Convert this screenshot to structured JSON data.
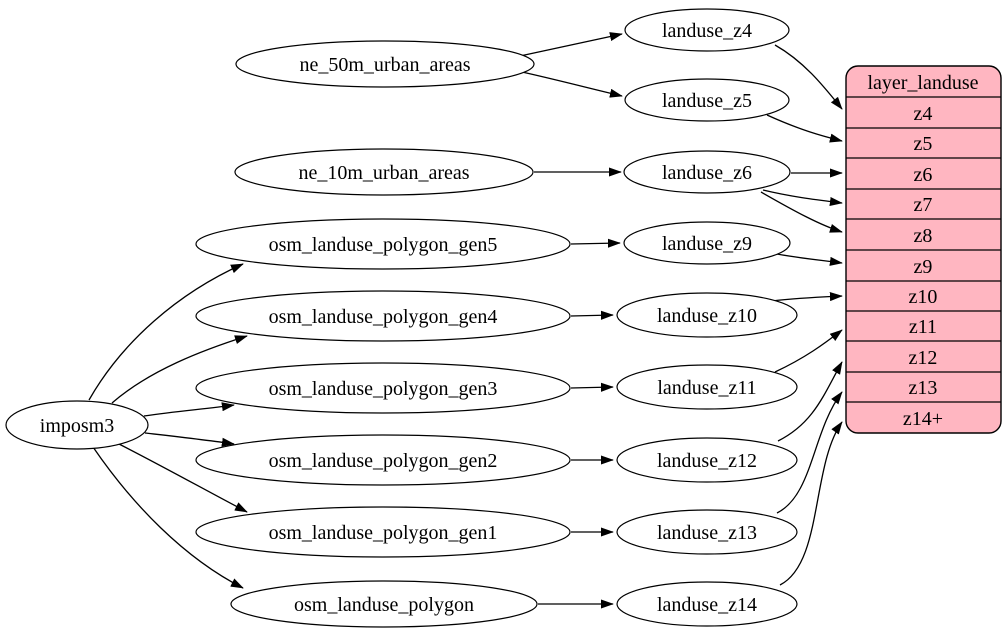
{
  "diagram": {
    "kind": "graphviz-flow-left-to-right",
    "colors": {
      "background": "#ffffff",
      "node_fill": "#ffffff",
      "node_stroke": "#000000",
      "edge_color": "#000000",
      "table_fill": "#ffb6c1",
      "table_stroke": "#000000",
      "text_color": "#000000"
    }
  },
  "graph": {
    "nodes": {
      "imposm3": {
        "label": "imposm3"
      },
      "ne_50m_urban_areas": {
        "label": "ne_50m_urban_areas"
      },
      "ne_10m_urban_areas": {
        "label": "ne_10m_urban_areas"
      },
      "osm_landuse_polygon_gen5": {
        "label": "osm_landuse_polygon_gen5"
      },
      "osm_landuse_polygon_gen4": {
        "label": "osm_landuse_polygon_gen4"
      },
      "osm_landuse_polygon_gen3": {
        "label": "osm_landuse_polygon_gen3"
      },
      "osm_landuse_polygon_gen2": {
        "label": "osm_landuse_polygon_gen2"
      },
      "osm_landuse_polygon_gen1": {
        "label": "osm_landuse_polygon_gen1"
      },
      "osm_landuse_polygon": {
        "label": "osm_landuse_polygon"
      },
      "landuse_z4": {
        "label": "landuse_z4"
      },
      "landuse_z5": {
        "label": "landuse_z5"
      },
      "landuse_z6": {
        "label": "landuse_z6"
      },
      "landuse_z9": {
        "label": "landuse_z9"
      },
      "landuse_z10": {
        "label": "landuse_z10"
      },
      "landuse_z11": {
        "label": "landuse_z11"
      },
      "landuse_z12": {
        "label": "landuse_z12"
      },
      "landuse_z13": {
        "label": "landuse_z13"
      },
      "landuse_z14": {
        "label": "landuse_z14"
      }
    },
    "edges": [
      {
        "from": "ne_50m_urban_areas",
        "to": "landuse_z4"
      },
      {
        "from": "ne_50m_urban_areas",
        "to": "landuse_z5"
      },
      {
        "from": "ne_10m_urban_areas",
        "to": "landuse_z6"
      },
      {
        "from": "imposm3",
        "to": "osm_landuse_polygon_gen5"
      },
      {
        "from": "imposm3",
        "to": "osm_landuse_polygon_gen4"
      },
      {
        "from": "imposm3",
        "to": "osm_landuse_polygon_gen3"
      },
      {
        "from": "imposm3",
        "to": "osm_landuse_polygon_gen2"
      },
      {
        "from": "imposm3",
        "to": "osm_landuse_polygon_gen1"
      },
      {
        "from": "imposm3",
        "to": "osm_landuse_polygon"
      },
      {
        "from": "osm_landuse_polygon_gen5",
        "to": "landuse_z9"
      },
      {
        "from": "osm_landuse_polygon_gen4",
        "to": "landuse_z10"
      },
      {
        "from": "osm_landuse_polygon_gen3",
        "to": "landuse_z11"
      },
      {
        "from": "osm_landuse_polygon_gen2",
        "to": "landuse_z12"
      },
      {
        "from": "osm_landuse_polygon_gen1",
        "to": "landuse_z13"
      },
      {
        "from": "osm_landuse_polygon",
        "to": "landuse_z14"
      },
      {
        "from": "landuse_z4",
        "to": "layer_landuse:z4"
      },
      {
        "from": "landuse_z5",
        "to": "layer_landuse:z5"
      },
      {
        "from": "landuse_z6",
        "to": "layer_landuse:z6"
      },
      {
        "from": "landuse_z6",
        "to": "layer_landuse:z7"
      },
      {
        "from": "landuse_z6",
        "to": "layer_landuse:z8"
      },
      {
        "from": "landuse_z9",
        "to": "layer_landuse:z9"
      },
      {
        "from": "landuse_z10",
        "to": "layer_landuse:z10"
      },
      {
        "from": "landuse_z11",
        "to": "layer_landuse:z11"
      },
      {
        "from": "landuse_z12",
        "to": "layer_landuse:z12"
      },
      {
        "from": "landuse_z13",
        "to": "layer_landuse:z13"
      },
      {
        "from": "landuse_z14",
        "to": "layer_landuse:z14+"
      }
    ]
  },
  "table": {
    "title": "layer_landuse",
    "rows": [
      "z4",
      "z5",
      "z6",
      "z7",
      "z8",
      "z9",
      "z10",
      "z11",
      "z12",
      "z13",
      "z14+"
    ]
  }
}
